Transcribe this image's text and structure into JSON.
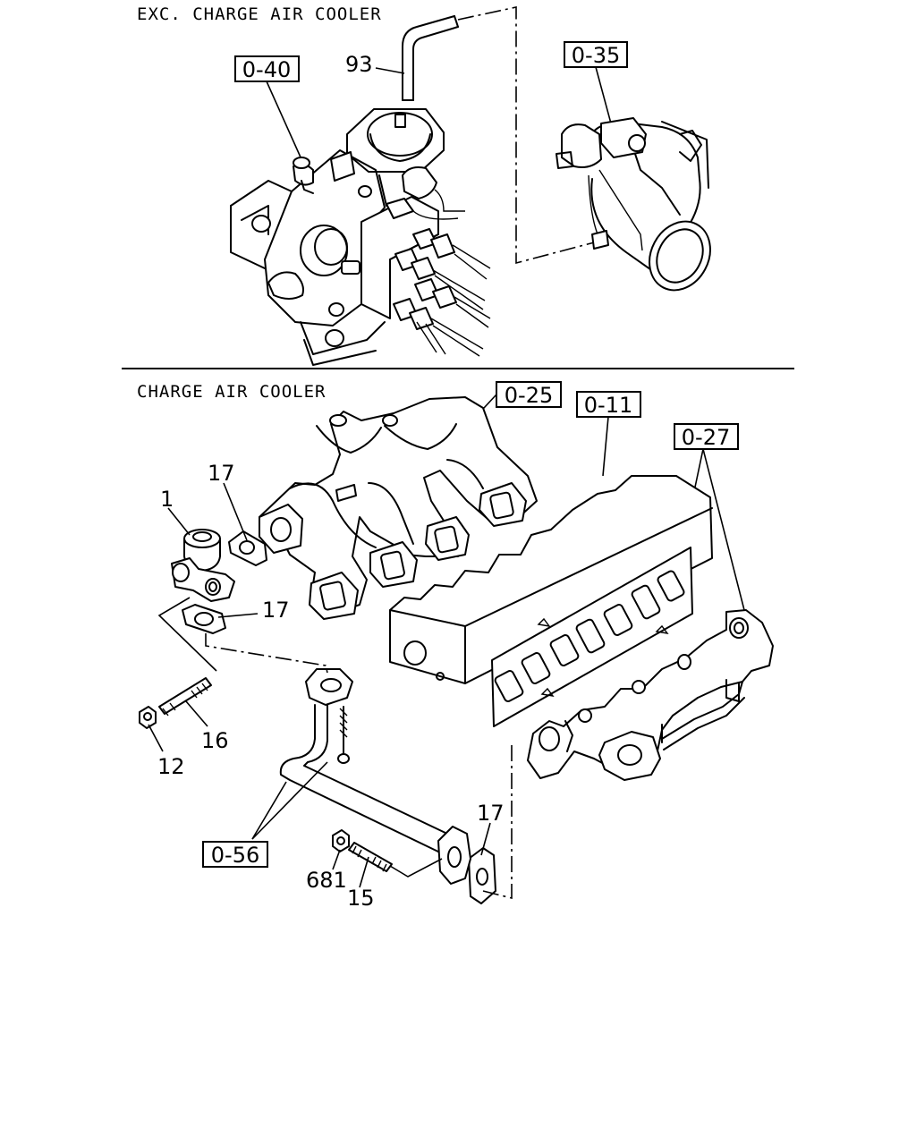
{
  "sections": {
    "top_title": "EXC. CHARGE AIR COOLER",
    "bottom_title": "CHARGE AIR COOLER"
  },
  "refs": {
    "r040": "0-40",
    "r035": "0-35",
    "r025": "0-25",
    "r011": "0-11",
    "r027": "0-27",
    "r056": "0-56"
  },
  "callouts": {
    "c93": "93",
    "c1": "1",
    "c17a": "17",
    "c17b": "17",
    "c17c": "17",
    "c16": "16",
    "c12": "12",
    "c681": "681",
    "c15": "15"
  }
}
